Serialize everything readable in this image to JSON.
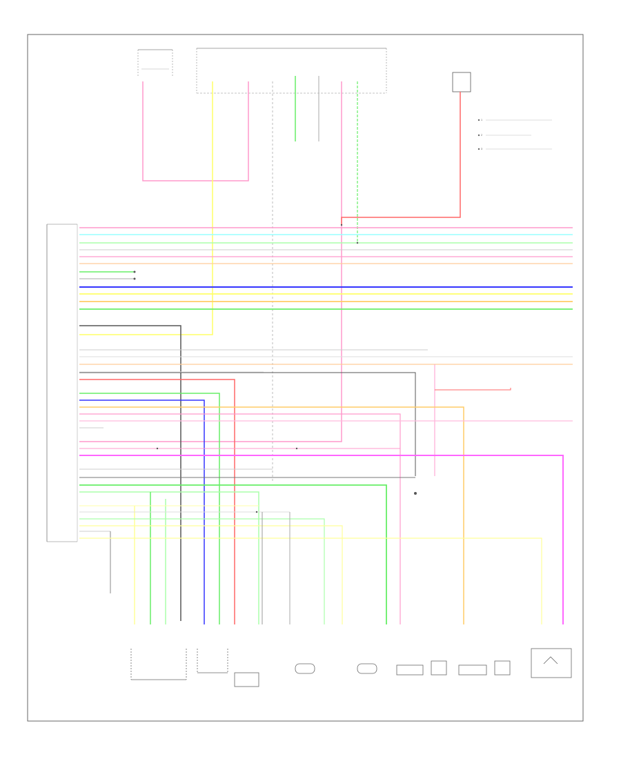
{
  "diagram": {
    "footer_code": "",
    "notes": [
      {
        "num": "1",
        "text": ""
      },
      {
        "num": "2",
        "text": ""
      },
      {
        "num": "3",
        "text": ""
      }
    ],
    "wire_colors": {
      "pink": "#ff99cc",
      "yellow": "#ffff66",
      "green": "#66ee66",
      "light_green": "#aaffaa",
      "cyan": "#99ffff",
      "blue": "#3333ff",
      "orange": "#ffcc66",
      "magenta": "#ff66ff",
      "gray": "#999999",
      "dark_gray": "#555555",
      "red": "#ff6666",
      "light_gray": "#dddddd",
      "white": "#f0f0f0"
    }
  }
}
